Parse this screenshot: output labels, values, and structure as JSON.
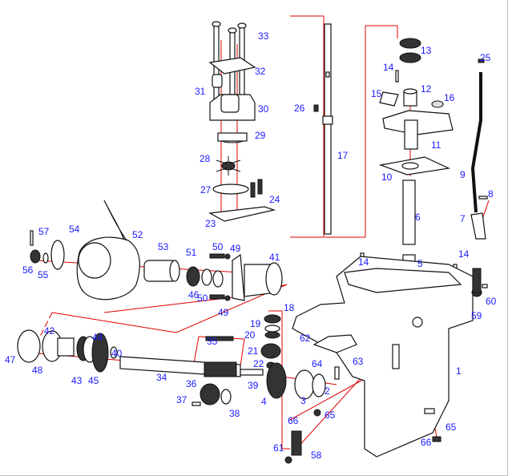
{
  "title": "Lower unit exploded parts diagram",
  "colors": {
    "label": "#1a1aff",
    "assembly_line": "#e00000",
    "outline": "#111111"
  },
  "labels": [
    "33",
    "32",
    "31",
    "30",
    "29",
    "28",
    "27",
    "24",
    "23",
    "26",
    "17",
    "13",
    "14",
    "12",
    "15",
    "16",
    "11",
    "10",
    "6",
    "5",
    "14",
    "14",
    "25",
    "9",
    "8",
    "7",
    "57",
    "54",
    "52",
    "53",
    "51",
    "50",
    "49",
    "41",
    "56",
    "55",
    "46",
    "50",
    "49",
    "18",
    "19",
    "20",
    "21",
    "22",
    "62",
    "63",
    "64",
    "59",
    "60",
    "42",
    "44",
    "47",
    "48",
    "43",
    "45",
    "40",
    "35",
    "34",
    "39",
    "4",
    "3",
    "2",
    "1",
    "36",
    "37",
    "38",
    "66",
    "65",
    "65",
    "66",
    "61",
    "58"
  ]
}
